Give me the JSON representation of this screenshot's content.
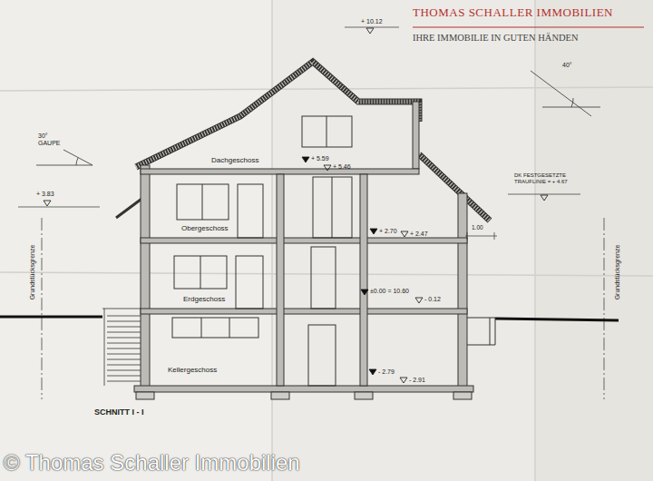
{
  "diagram": {
    "labels": [
      "THOMAS SCHALLER IMMOBILIEN",
      "IHRE IMMOBILIE IN GUTEN HÄNDEN",
      "+ 10.12",
      "40°",
      "30° GAUPE",
      "Dachgeschoss",
      "+ 5.59",
      "+ 5.46",
      "DK FESTGESETZTE TRAUFLINIE = + 4.67",
      "+ 3.83",
      "Obergeschoss",
      "+ 2.70",
      "+ 2.47",
      "1.00",
      "Grundstücksgrenze",
      "Grundstücksgrenze",
      "Erdgeschoss",
      "±0.00 = 10.60",
      "- 0.12",
      "Kellergeschoss",
      "- 2.79",
      "- 2.91",
      "SCHNITT I - I",
      "© Thomas Schaller Immobilien"
    ]
  }
}
